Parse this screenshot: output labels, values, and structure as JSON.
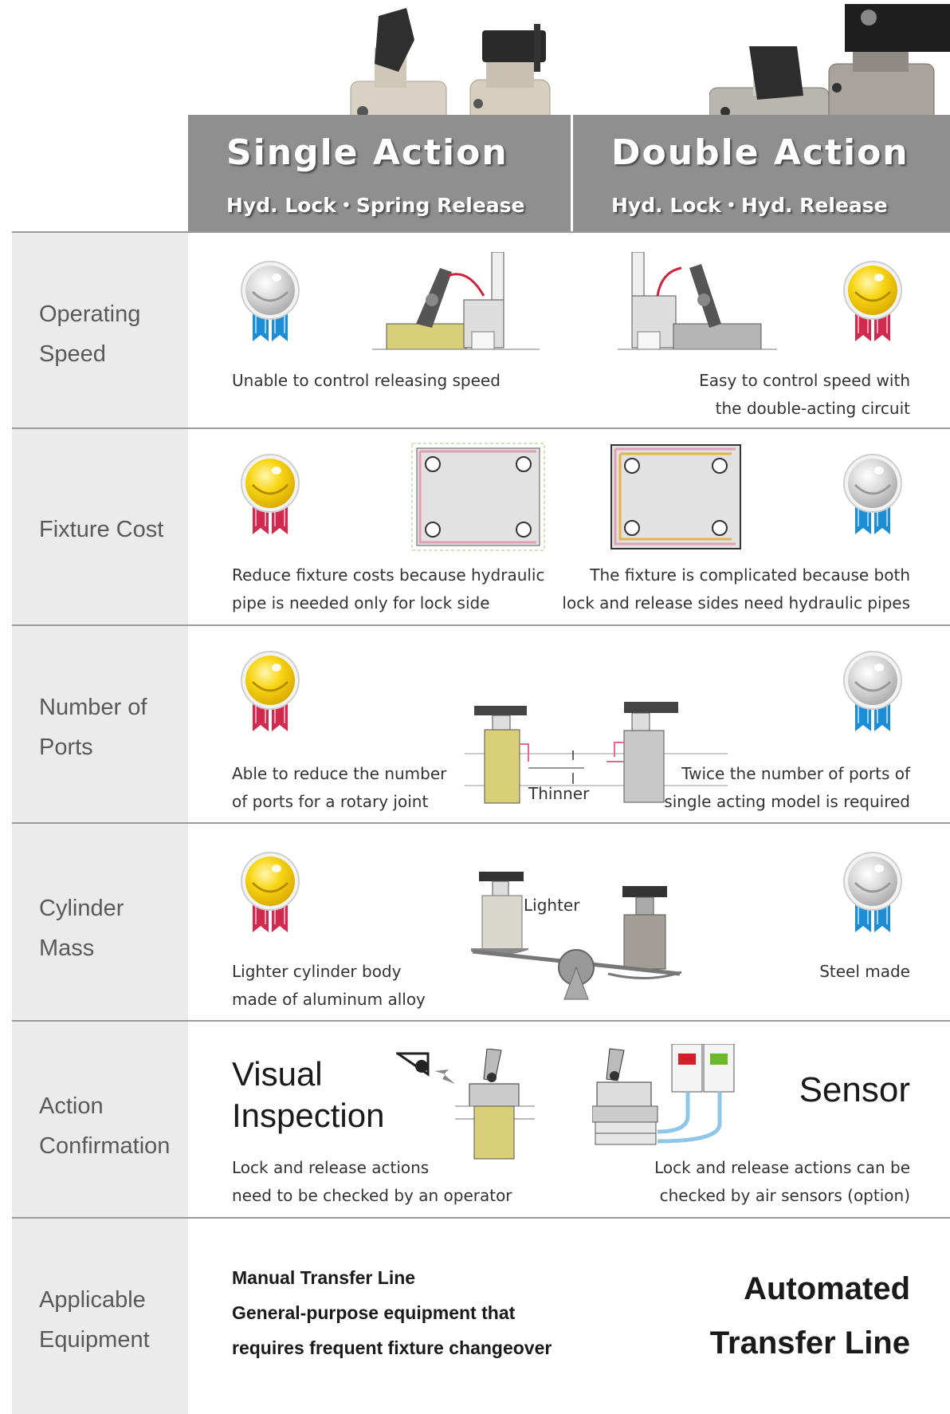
{
  "header": {
    "single": {
      "title": "Single Action",
      "subtitle": "Hyd. Lock・Spring Release"
    },
    "double": {
      "title": "Double Action",
      "subtitle": "Hyd. Lock・Hyd. Release"
    }
  },
  "rows": [
    {
      "label": "Operating Speed",
      "label_lines": [
        "Operating",
        "Speed"
      ],
      "single": {
        "medal": "silver",
        "text": [
          "Unable to control releasing speed"
        ]
      },
      "double": {
        "medal": "gold",
        "text": [
          "Easy to control speed with",
          "the double-acting circuit"
        ]
      }
    },
    {
      "label": "Fixture Cost",
      "label_lines": [
        "Fixture Cost"
      ],
      "single": {
        "medal": "gold",
        "text": [
          "Reduce fixture costs because hydraulic",
          "pipe is needed only for lock side"
        ]
      },
      "double": {
        "medal": "silver",
        "text": [
          "The fixture is complicated because both",
          "lock and release sides need hydraulic pipes"
        ]
      }
    },
    {
      "label": "Number of Ports",
      "label_lines": [
        "Number of",
        "Ports"
      ],
      "single": {
        "medal": "gold",
        "text": [
          "Able to reduce the number",
          "of ports for a rotary joint"
        ]
      },
      "double": {
        "medal": "silver",
        "text": [
          "Twice the number of ports of",
          "single acting model is required"
        ]
      },
      "annotation": "Thinner"
    },
    {
      "label": "Cylinder Mass",
      "label_lines": [
        "Cylinder",
        "Mass"
      ],
      "single": {
        "medal": "gold",
        "text": [
          "Lighter cylinder body",
          "made of aluminum alloy"
        ]
      },
      "double": {
        "medal": "silver",
        "text": [
          "Steel made"
        ]
      },
      "annotation": "Lighter"
    },
    {
      "label": "Action Confirmation",
      "label_lines": [
        "Action",
        "Confirmation"
      ],
      "single": {
        "heading": [
          "Visual",
          "Inspection"
        ],
        "text": [
          "Lock and release actions",
          "need to be checked by an operator"
        ]
      },
      "double": {
        "heading": [
          "Sensor"
        ],
        "text": [
          "Lock and release actions can be",
          "checked by air sensors (option)"
        ]
      }
    },
    {
      "label": "Applicable Equipment",
      "label_lines": [
        "Applicable",
        "Equipment"
      ],
      "single": {
        "text": [
          "Manual Transfer Line",
          "General-purpose equipment that",
          "requires frequent fixture changeover"
        ]
      },
      "double": {
        "heading": [
          "Automated",
          "Transfer Line"
        ]
      }
    }
  ],
  "colors": {
    "header_bg": "#8f8f8f",
    "label_bg": "#ebebeb",
    "gold": "#f5cf12",
    "silver": "#d0d0d0",
    "ribbon_red": "#d02a4e",
    "ribbon_blue": "#1d8ed6"
  }
}
